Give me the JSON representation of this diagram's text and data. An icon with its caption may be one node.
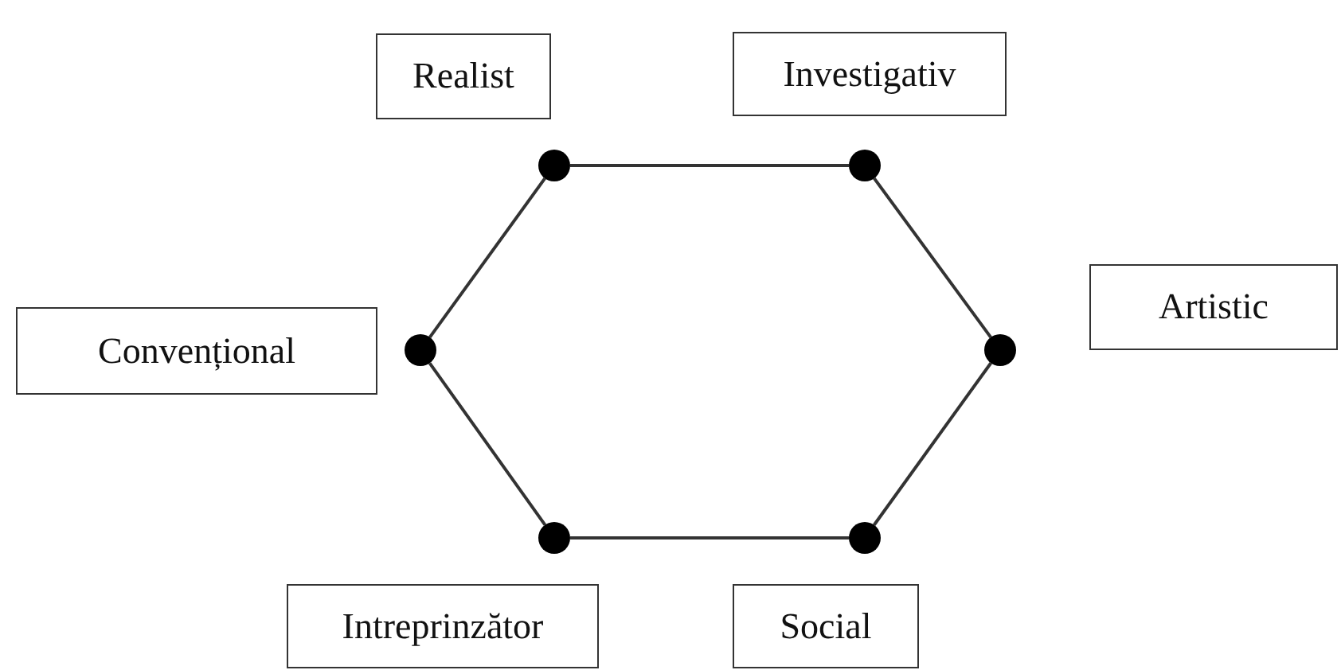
{
  "diagram": {
    "nodes": [
      {
        "text": [
          "Realist"
        ]
      },
      {
        "text": [
          "Investigativ"
        ]
      },
      {
        "text": [
          "Artistic"
        ]
      },
      {
        "text": [
          "Convențional"
        ]
      },
      {
        "text": [
          "Intreprinzător"
        ]
      },
      {
        "text": [
          "Social"
        ]
      },
      {
        "text": [],
        "shape": "circle"
      },
      {
        "text": [],
        "shape": "circle"
      },
      {
        "text": [],
        "shape": "circle"
      },
      {
        "text": [],
        "shape": "circle"
      },
      {
        "text": [],
        "shape": "circle"
      },
      {
        "text": [],
        "shape": "circle"
      }
    ],
    "edges": [
      {
        "from": 6,
        "to": 7,
        "arrow": "none"
      },
      {
        "from": 7,
        "to": 8,
        "arrow": "none"
      },
      {
        "from": 8,
        "to": 9,
        "arrow": "none"
      },
      {
        "from": 9,
        "to": 10,
        "arrow": "none"
      },
      {
        "from": 10,
        "to": 11,
        "arrow": "none"
      },
      {
        "from": 11,
        "to": 6,
        "arrow": "none"
      }
    ]
  }
}
